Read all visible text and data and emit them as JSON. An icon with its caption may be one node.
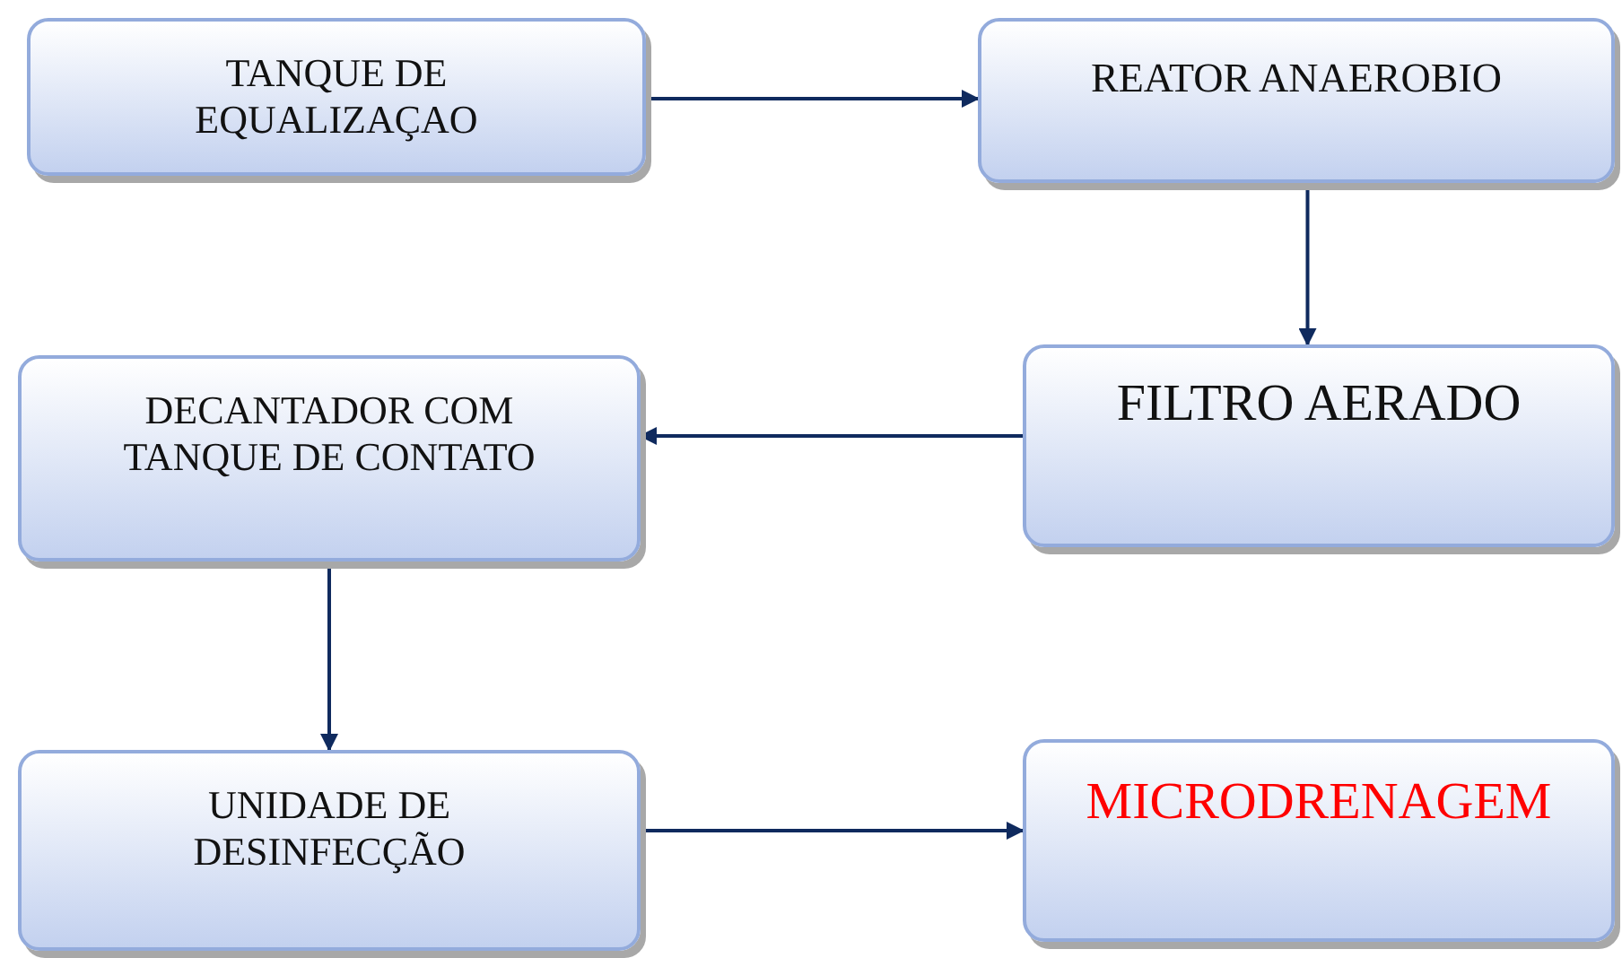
{
  "diagram": {
    "nodes": [
      {
        "text": [
          "TANQUE DE EQUALIZAÇAO"
        ]
      },
      {
        "text": [
          "REATOR ANAEROBIO"
        ]
      },
      {
        "text": [
          "FILTRO AERADO"
        ]
      },
      {
        "text": [
          "DECANTADOR COM TANQUE DE CONTATO"
        ]
      },
      {
        "text": [
          "UNIDADE DE DESINFECÇÃO"
        ]
      },
      {
        "text": [
          "MICRODRENAGEM"
        ]
      }
    ],
    "edges": [
      {
        "from": 0,
        "to": 1,
        "arrow": "to"
      },
      {
        "from": 1,
        "to": 2,
        "arrow": "to"
      },
      {
        "from": 2,
        "to": 3,
        "arrow": "to"
      },
      {
        "from": 3,
        "to": 4,
        "arrow": "to"
      },
      {
        "from": 4,
        "to": 5,
        "arrow": "to"
      }
    ]
  }
}
